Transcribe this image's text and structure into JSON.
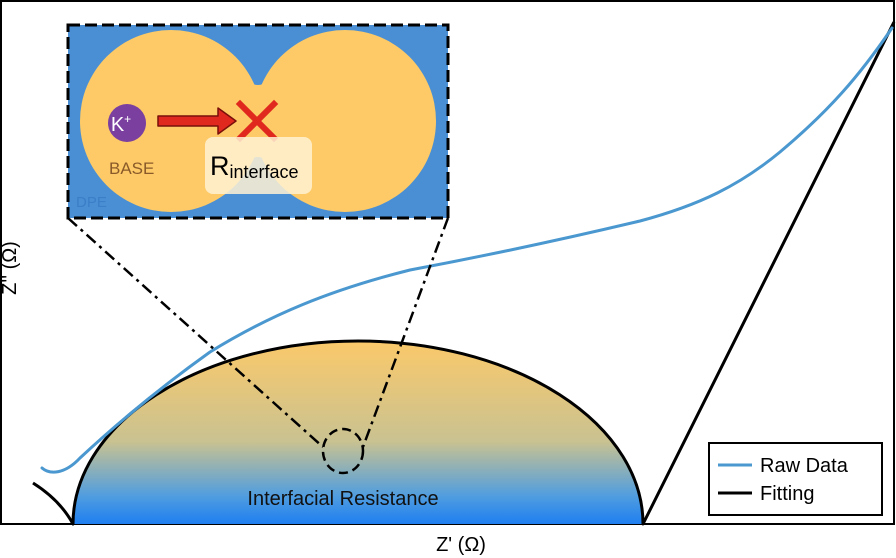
{
  "chart_data": {
    "type": "line",
    "xlabel": "Z' (Ω)",
    "ylabel": "Z'' (Ω)",
    "series": [
      {
        "name": "Raw Data",
        "color": "#4a98cf"
      },
      {
        "name": "Fitting",
        "color": "#000000"
      }
    ],
    "legend_position": "bottom-right",
    "annotations": {
      "semicircle_label": "Interfacial Resistance"
    }
  },
  "inset": {
    "ion_label": "K",
    "ion_superscript": "+",
    "base_label": "BASE",
    "dpe_label": "DPE",
    "r_main": "R",
    "r_subscript": "interface"
  },
  "colors": {
    "raw_data": "#4a98cf",
    "fitting": "#000000",
    "semicircle_top": "#fbc96a",
    "semicircle_bottom": "#2a86e6",
    "inset_bg": "#4a8fd3",
    "particle": "#fdca67",
    "ion": "#7b3fa0",
    "arrow": "#e0281f"
  }
}
